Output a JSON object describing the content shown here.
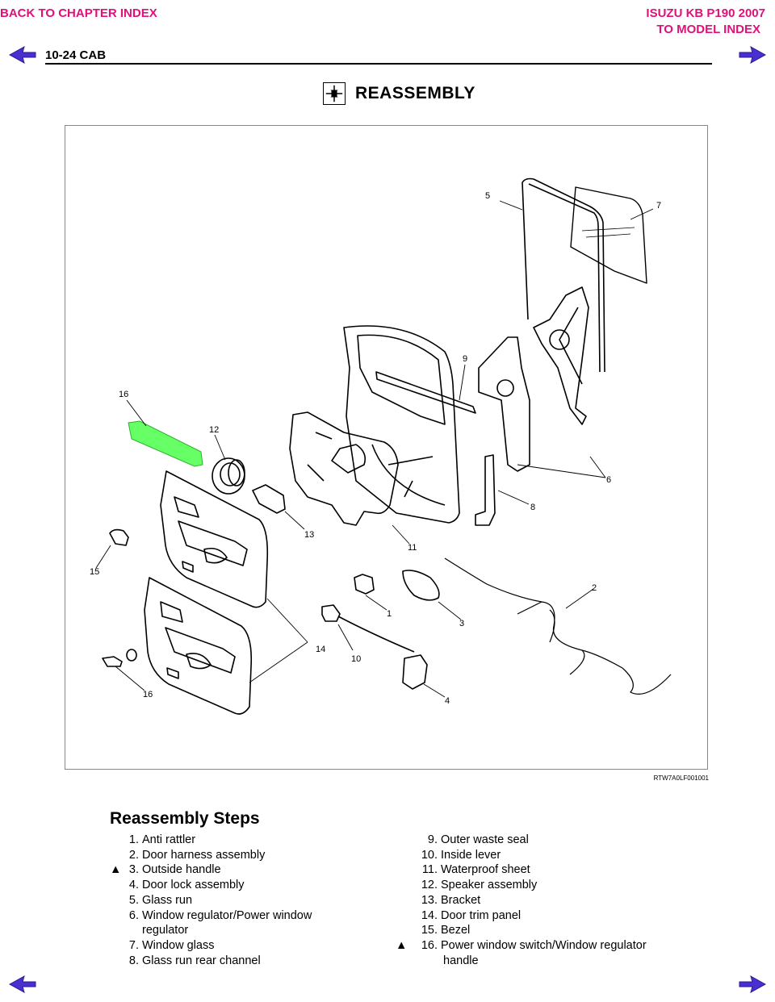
{
  "nav": {
    "back_to_chapter": "BACK TO CHAPTER INDEX",
    "model_title": "ISUZU KB P190 2007",
    "to_model_index": "TO MODEL INDEX",
    "accent_color": "#e0107a",
    "arrow_color": "#4b2fd0"
  },
  "header": {
    "page_ref": "10-24  CAB"
  },
  "section": {
    "title": "REASSEMBLY"
  },
  "figure": {
    "code": "RTW7A0LF001001",
    "callouts": [
      "1",
      "2",
      "3",
      "4",
      "5",
      "6",
      "7",
      "8",
      "9",
      "10",
      "11",
      "12",
      "13",
      "14",
      "15",
      "16",
      "16"
    ]
  },
  "steps": {
    "heading": "Reassembly Steps",
    "left": [
      {
        "mark": "",
        "num": "1.",
        "text": "Anti rattler",
        "cont": ""
      },
      {
        "mark": "",
        "num": "2.",
        "text": "Door harness assembly",
        "cont": ""
      },
      {
        "mark": "▲",
        "num": "3.",
        "text": "Outside handle",
        "cont": ""
      },
      {
        "mark": "",
        "num": "4.",
        "text": "Door lock assembly",
        "cont": ""
      },
      {
        "mark": "",
        "num": "5.",
        "text": "Glass run",
        "cont": ""
      },
      {
        "mark": "",
        "num": "6.",
        "text": "Window regulator/Power window",
        "cont": "regulator"
      },
      {
        "mark": "",
        "num": "7.",
        "text": "Window glass",
        "cont": ""
      },
      {
        "mark": "",
        "num": "8.",
        "text": "Glass run rear channel",
        "cont": ""
      }
    ],
    "right": [
      {
        "mark": "",
        "num": "9.",
        "text": "Outer waste seal",
        "cont": ""
      },
      {
        "mark": "",
        "num": "10.",
        "text": "Inside lever",
        "cont": ""
      },
      {
        "mark": "",
        "num": "11.",
        "text": "Waterproof sheet",
        "cont": ""
      },
      {
        "mark": "",
        "num": "12.",
        "text": "Speaker assembly",
        "cont": ""
      },
      {
        "mark": "",
        "num": "13.",
        "text": "Bracket",
        "cont": ""
      },
      {
        "mark": "",
        "num": "14.",
        "text": "Door trim panel",
        "cont": ""
      },
      {
        "mark": "",
        "num": "15.",
        "text": "Bezel",
        "cont": ""
      },
      {
        "mark": "▲",
        "num": "16.",
        "text": "Power window switch/Window regulator",
        "cont": "handle"
      }
    ]
  }
}
